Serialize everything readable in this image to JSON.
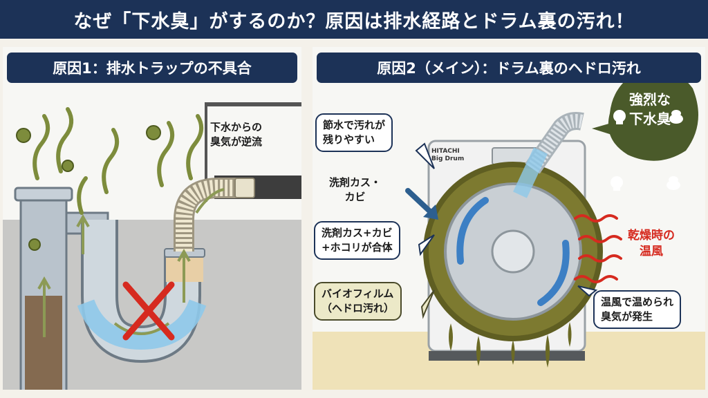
{
  "header": {
    "title": "なぜ「下水臭」がするのか？原因は排水経路とドラム裏の汚れ！"
  },
  "left_panel": {
    "title": "原因1：排水トラップの不具合",
    "callout_line1": "下水からの",
    "callout_line2": "臭気が逆流"
  },
  "right_panel": {
    "title": "原因2（メイン）：ドラム裏のヘドロ汚れ",
    "callout_save_water_line1": "節水で汚れが",
    "callout_save_water_line2": "残りやすい",
    "label_detergent_line1": "洗剤カス・",
    "label_detergent_line2": "カビ",
    "callout_combine_line1": "洗剤カス+カビ",
    "callout_combine_line2": "+ホコリが合体",
    "callout_biofilm_line1": "バイオフィルム",
    "callout_biofilm_line2": "（ヘドロ汚れ）",
    "smell_bubble_line1": "強烈な",
    "smell_bubble_line2": "下水臭",
    "label_hot_air_line1": "乾燥時の",
    "label_hot_air_line2": "温風",
    "callout_warm_line1": "温風で温められ",
    "callout_warm_line2": "臭気が発生",
    "machine_brand": "HITACHI",
    "machine_model": "Big Drum"
  },
  "colors": {
    "navy": "#1c3257",
    "red": "#d62a1f",
    "smell_green": "#7d8c3c",
    "sludge": "#6b6a26",
    "water_blue": "#8ec9ea",
    "drum_arrow_blue": "#3c7fc4",
    "bubble_dark": "#4a5a2a"
  }
}
